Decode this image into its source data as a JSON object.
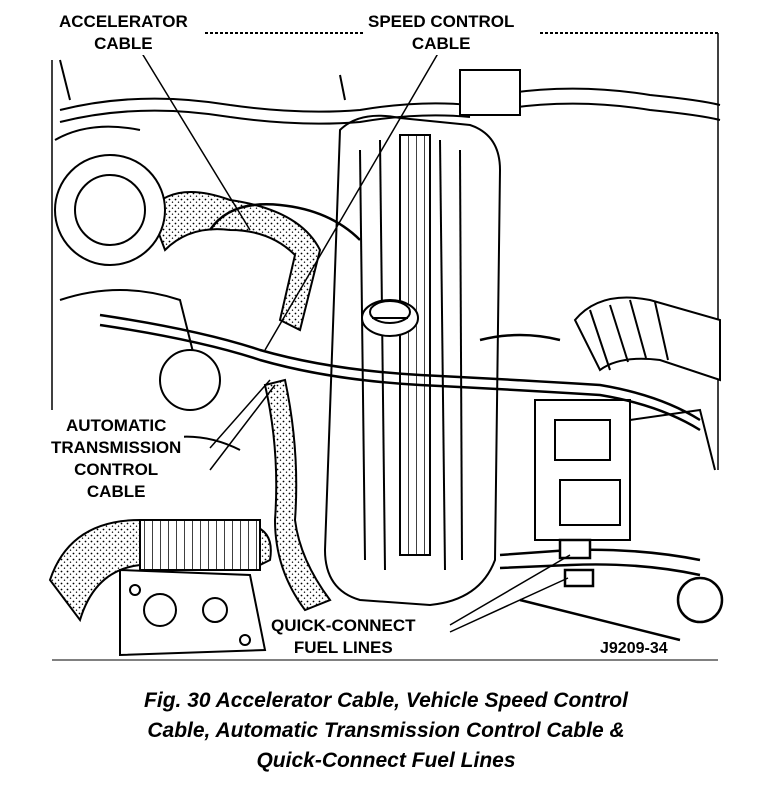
{
  "labels": {
    "accelerator_line1": "ACCELERATOR",
    "accelerator_line2": "CABLE",
    "speed_line1": "SPEED CONTROL",
    "speed_line2": "CABLE",
    "atc_line1": "AUTOMATIC",
    "atc_line2": "TRANSMISSION",
    "atc_line3": "CONTROL",
    "atc_line4": "CABLE",
    "qc_line1": "QUICK-CONNECT",
    "qc_line2": "FUEL LINES"
  },
  "figure_code": "J9209-34",
  "caption": {
    "line1": "Fig. 30 Accelerator Cable, Vehicle Speed Control",
    "line2": "Cable, Automatic Transmission Control Cable &",
    "line3": "Quick-Connect Fuel Lines"
  }
}
